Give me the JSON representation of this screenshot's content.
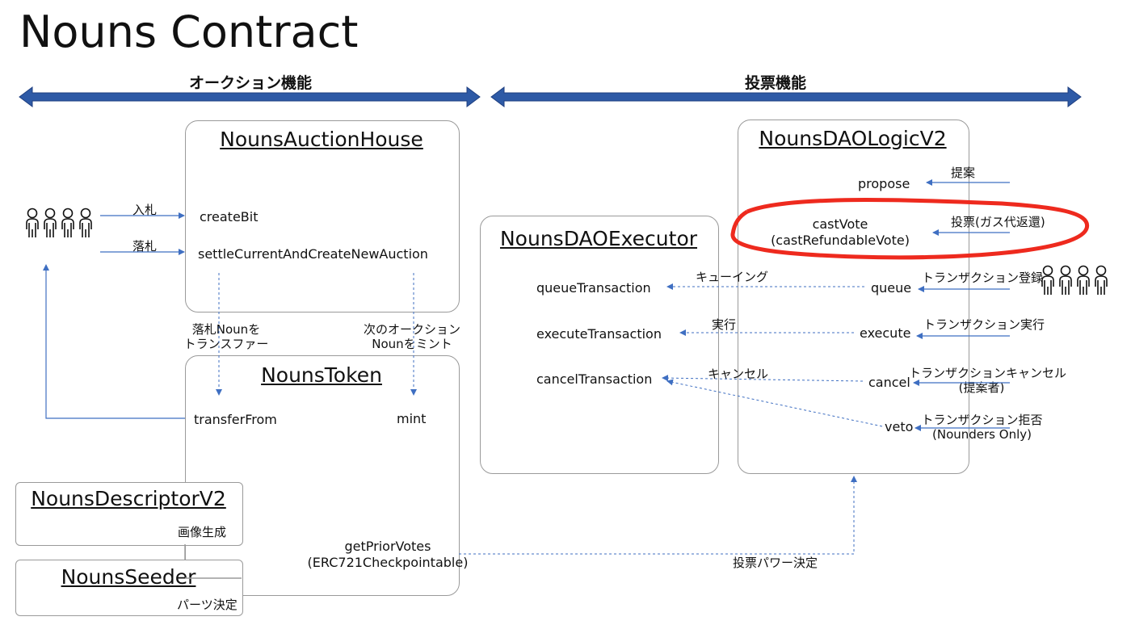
{
  "title": "Nouns Contract",
  "sections": {
    "auction": "オークション機能",
    "vote": "投票機能"
  },
  "boxes": {
    "auction_house": {
      "title": "NounsAuctionHouse",
      "functions": [
        "createBit",
        "settleCurrentAndCreateNewAuction"
      ]
    },
    "token": {
      "title": "NounsToken",
      "functions": [
        "transferFrom",
        "mint",
        "getPriorVotes",
        "(ERC721Checkpointable)"
      ]
    },
    "descriptor": {
      "title": "NounsDescriptorV2",
      "caption": "画像生成"
    },
    "seeder": {
      "title": "NounsSeeder",
      "caption": "パーツ決定"
    },
    "executor": {
      "title": "NounsDAOExecutor",
      "functions": [
        "queueTransaction",
        "executeTransaction",
        "cancelTransaction"
      ]
    },
    "logic": {
      "title": "NounsDAOLogicV2",
      "functions": [
        "propose",
        "castVote",
        "(castRefundableVote)",
        "queue",
        "execute",
        "cancel",
        "veto"
      ]
    }
  },
  "labels": {
    "bid": "入札",
    "win": "落札",
    "transfer_line1": "落札Nounを",
    "transfer_line2": "トランスファー",
    "mint_line1": "次のオークション",
    "mint_line2": "Nounをミント",
    "propose": "提案",
    "vote": "投票(ガス代返還)",
    "queue_right": "トランザクション登録",
    "execute_right": "トランザクション実行",
    "cancel_right_line1": "トランザクションキャンセル",
    "cancel_right_line2": "(提案者)",
    "veto_right_line1": "トランザクション拒否",
    "veto_right_line2": "(Nounders Only)",
    "queueing": "キューイング",
    "executing": "実行",
    "cancelling": "キャンセル",
    "vote_power": "投票パワー決定"
  },
  "colors": {
    "arrow_blue": "#3f6fc2",
    "arrow_dark": "#2e5aa6",
    "highlight": "#ee2a1e",
    "box_border": "#9a9a9a"
  },
  "icons": [
    "people-group-icon-left",
    "people-group-icon-right"
  ]
}
